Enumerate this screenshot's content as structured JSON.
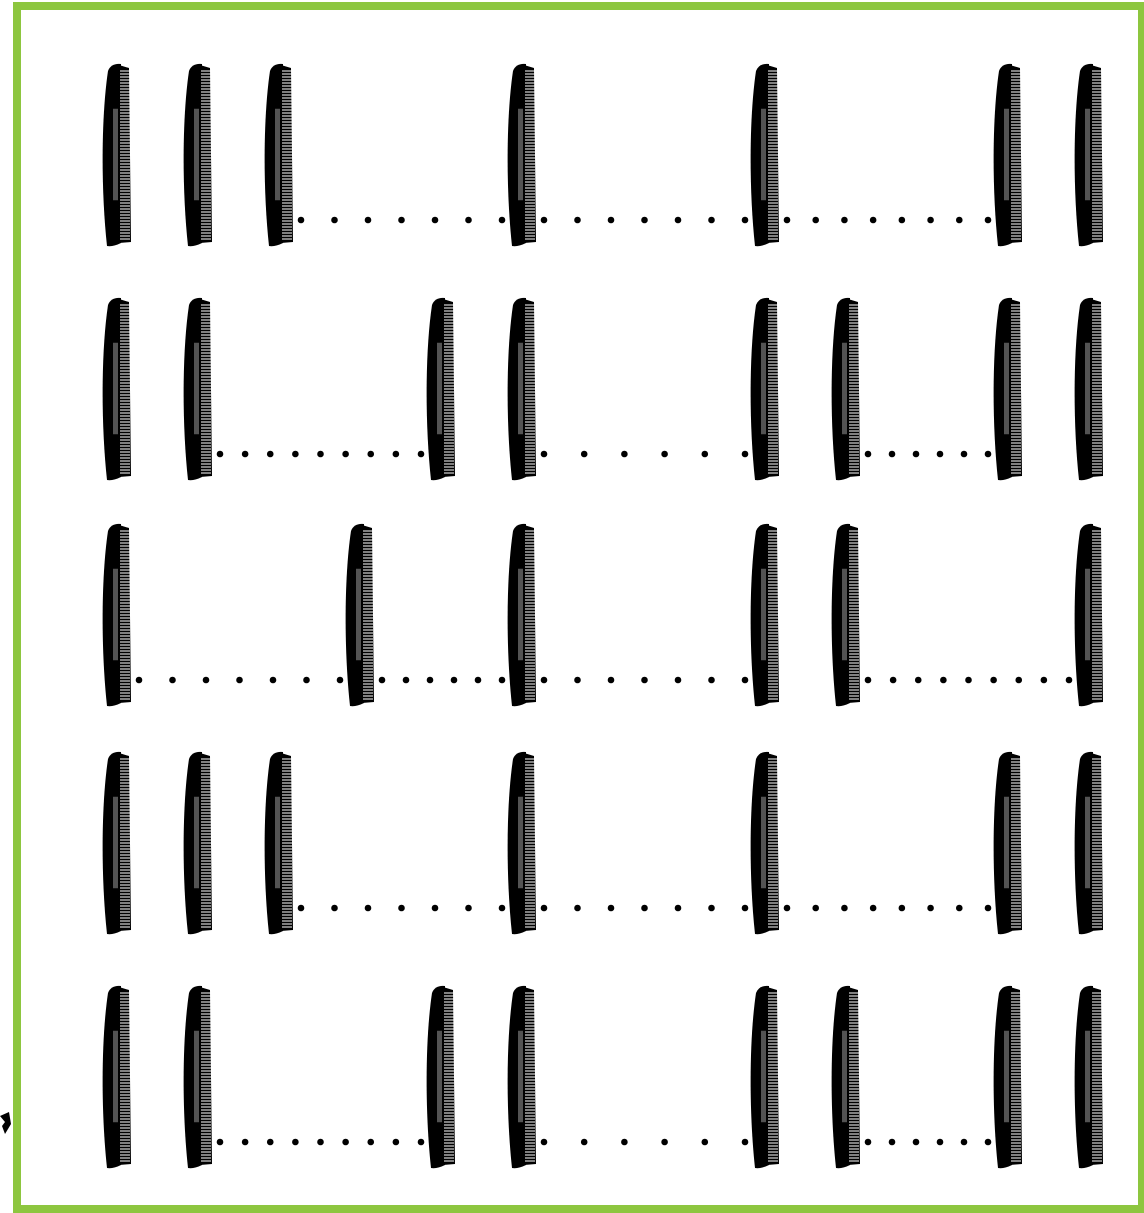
{
  "frame": {
    "border_color": "#8dc63f",
    "background_color": "#ffffff"
  },
  "comb": {
    "fill": "#000000",
    "teeth_color": "#ffffff",
    "icon": "comb-icon"
  },
  "dot": {
    "fill": "#000000",
    "icon": "dot-icon"
  },
  "rows": [
    {
      "combs": [
        1,
        2,
        3,
        6,
        9,
        12,
        13
      ],
      "dots": [
        7,
        7,
        8
      ]
    },
    {
      "combs": [
        1,
        2,
        5,
        6,
        9,
        10,
        12,
        13
      ],
      "dots": [
        9,
        6,
        6
      ]
    },
    {
      "combs": [
        1,
        4,
        6,
        9,
        10,
        13
      ],
      "dots": [
        7,
        6,
        7,
        9
      ]
    },
    {
      "combs": [
        1,
        2,
        3,
        6,
        9,
        12,
        13
      ],
      "dots": [
        7,
        7,
        8
      ]
    },
    {
      "combs": [
        1,
        2,
        5,
        6,
        9,
        10,
        12,
        13
      ],
      "dots": [
        9,
        6,
        6
      ]
    }
  ]
}
